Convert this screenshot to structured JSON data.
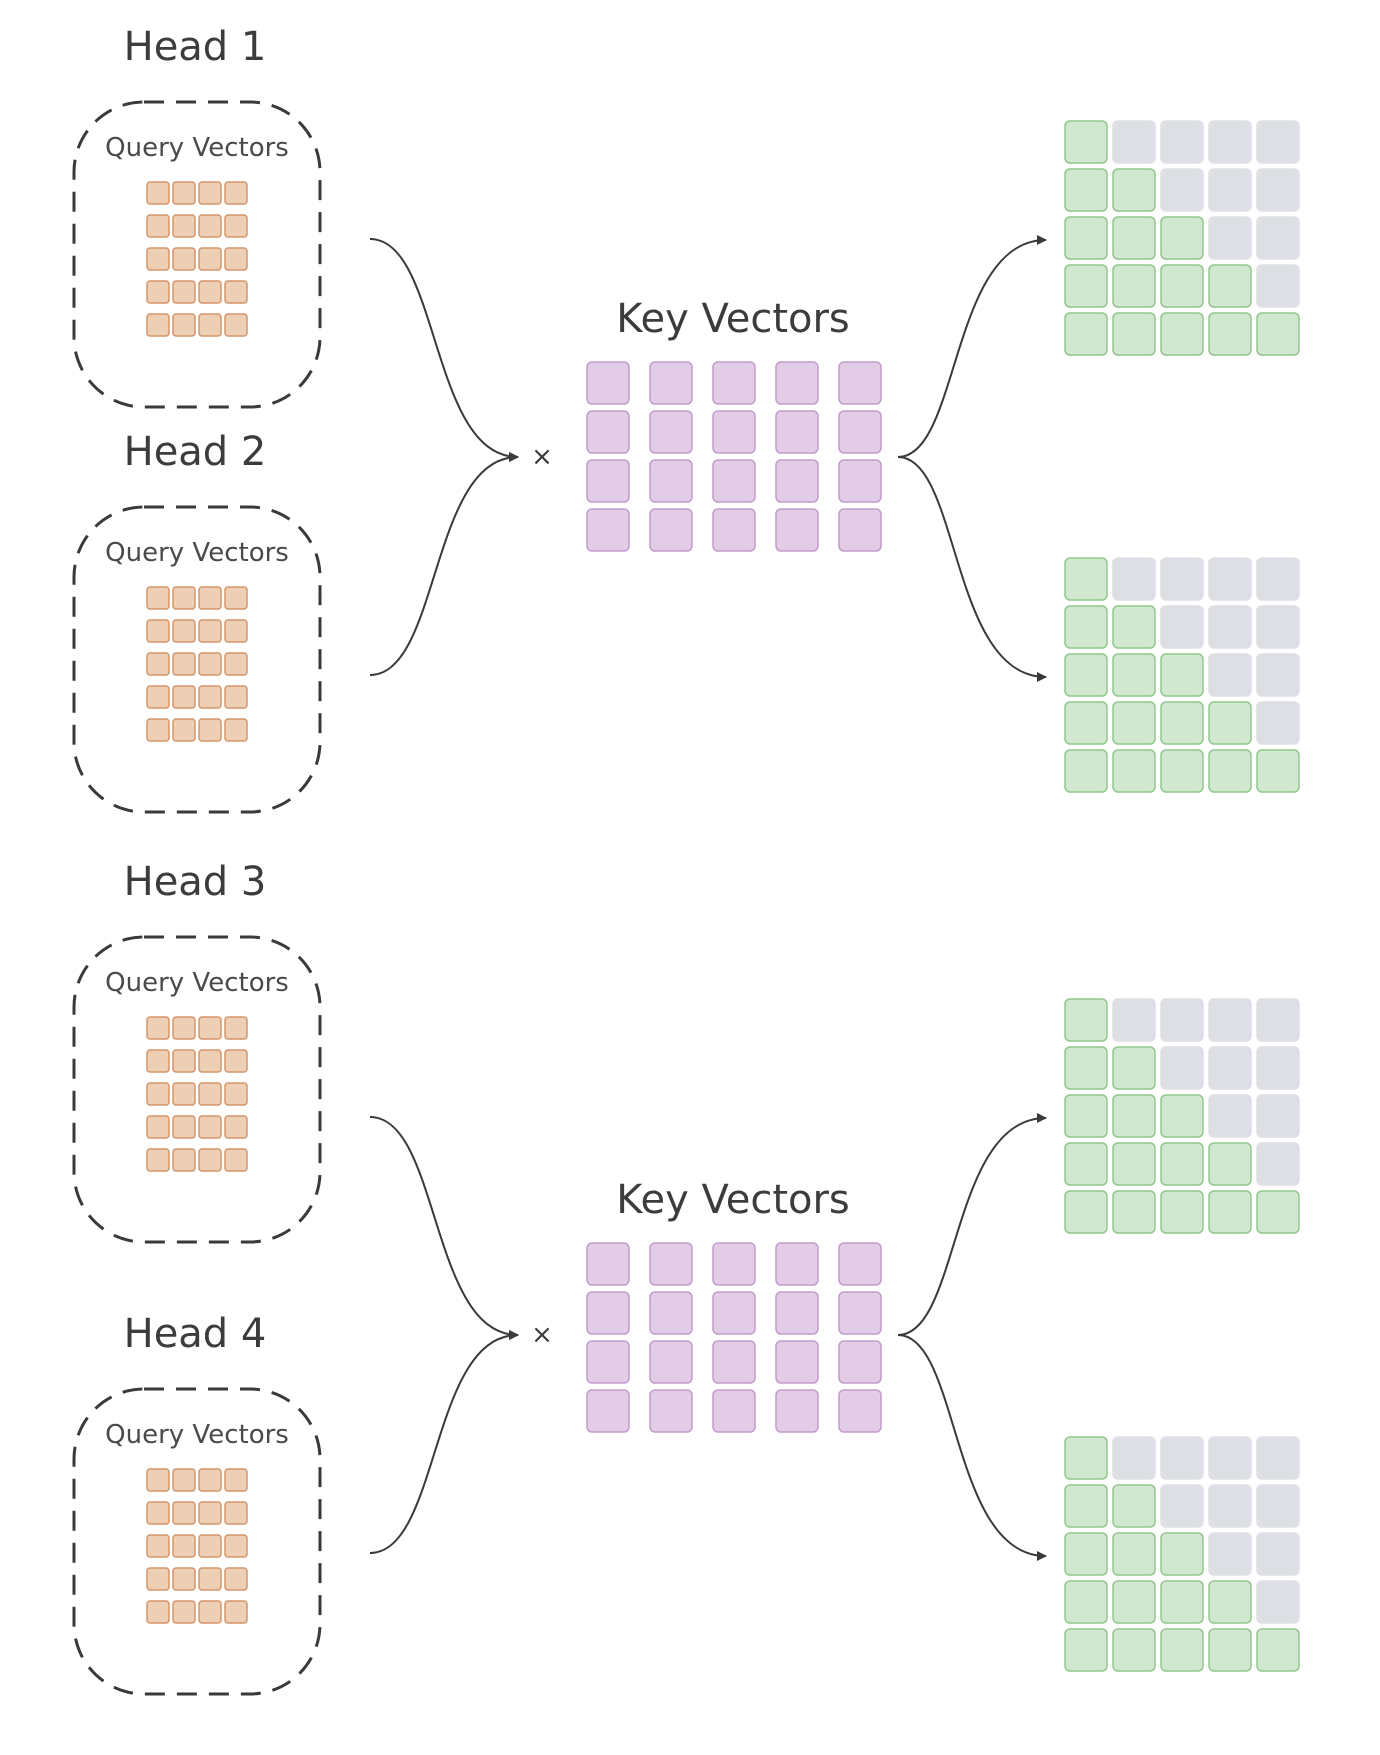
{
  "colors": {
    "query_fill": "#edcfb5",
    "query_stroke": "#d4956a",
    "key_fill": "#e3cde6",
    "key_stroke": "#c29ccb",
    "mask_active_fill": "#d2e7cf",
    "mask_active_stroke": "#92c88b",
    "mask_inactive_fill": "#dddfe4",
    "mask_inactive_stroke": "#dddfe4",
    "line": "#3a3a3a",
    "dash": "#3a3a3a"
  },
  "groups": [
    {
      "heads": [
        {
          "title": "Head 1",
          "query_label": "Query Vectors"
        },
        {
          "title": "Head 2",
          "query_label": "Query Vectors"
        }
      ],
      "key_label": "Key Vectors",
      "operator": "×"
    },
    {
      "heads": [
        {
          "title": "Head 3",
          "query_label": "Query Vectors"
        },
        {
          "title": "Head 4",
          "query_label": "Query Vectors"
        }
      ],
      "key_label": "Key Vectors",
      "operator": "×"
    }
  ],
  "query_grid": {
    "rows": 5,
    "cols": 4
  },
  "key_grid": {
    "rows": 4,
    "cols": 5
  },
  "mask_grid": {
    "rows": 5,
    "cols": 5,
    "pattern": "lower-triangular"
  }
}
